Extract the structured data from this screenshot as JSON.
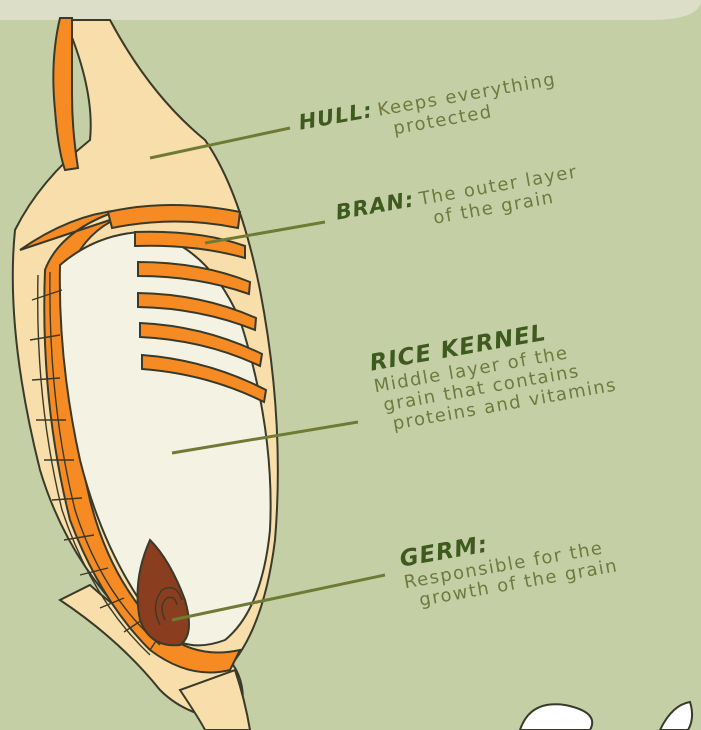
{
  "colors": {
    "background": "#c5cfa6",
    "top_banner": "#dcdec7",
    "leader_line": "#6f7b34",
    "term_text": "#3f5a1e",
    "desc_text": "#6e7a3e",
    "hull": "#f7deaa",
    "bran_orange": "#f68b24",
    "kernel": "#f4f2e2",
    "germ": "#8a3e1f"
  },
  "labels": [
    {
      "id": "hull",
      "term": "HULL:",
      "desc_lines": [
        "Keeps everything",
        "protected"
      ]
    },
    {
      "id": "bran",
      "term": "BRAN:",
      "desc_lines": [
        "The outer layer",
        "of the grain"
      ]
    },
    {
      "id": "rice-kernel",
      "term": "RICE KERNEL",
      "desc_lines": [
        "Middle layer of the",
        "grain that contains",
        "proteins and vitamins"
      ]
    },
    {
      "id": "germ",
      "term": "GERM:",
      "desc_lines": [
        "Responsible for the",
        "growth of the grain"
      ]
    }
  ]
}
